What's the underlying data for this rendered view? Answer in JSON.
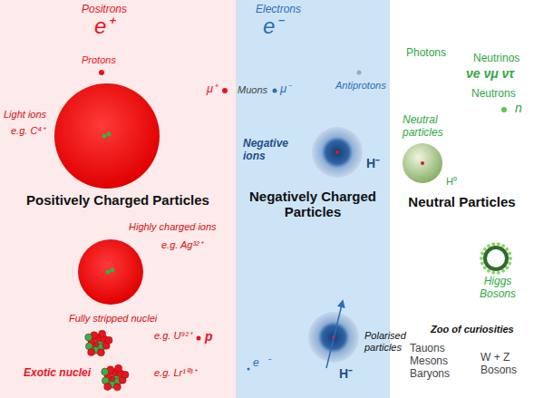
{
  "diagram": {
    "nodes": [
      {
        "text": [
          "Positively Charged Particles"
        ]
      },
      {
        "text": [
          "Light ions",
          "e.g. C⁴⁺"
        ],
        "in": 0
      },
      {
        "text": [
          "Highly charged ions",
          "e.g. Ag³²⁺"
        ],
        "in": 0
      },
      {
        "text": [
          "Fully stripped nuclei",
          "e.g. U⁹²⁺"
        ],
        "in": 0
      },
      {
        "text": [
          "Exotic nuclei",
          "e.g. Lr¹⁰³⁺"
        ],
        "in": 0
      },
      {
        "text": [
          "Negatively Charged Particles"
        ]
      },
      {
        "text": [
          "Negative ions",
          "H⁻"
        ],
        "in": 5
      },
      {
        "text": [
          "Polarised particles",
          "H⁻"
        ],
        "in": 5
      },
      {
        "text": [
          "Neutral Particles"
        ]
      },
      {
        "text": [
          "Neutral particles",
          "H⁰"
        ],
        "in": 8
      },
      {
        "text": [
          "Higgs Bosons"
        ],
        "in": 8
      }
    ],
    "labels": [
      "Positrons",
      "e⁺",
      "Protons",
      "Electrons",
      "e⁻",
      "μ⁺",
      "Muons",
      "μ⁻",
      "Antiprotons",
      "Photons",
      "Neutrinos",
      "νe νμ ντ",
      "Neutrons",
      "n",
      "p⃗",
      "e⃗⁻",
      "Zoo of curiosities",
      "Tauons Mesons Baryons",
      "W + Z Bosons"
    ]
  }
}
